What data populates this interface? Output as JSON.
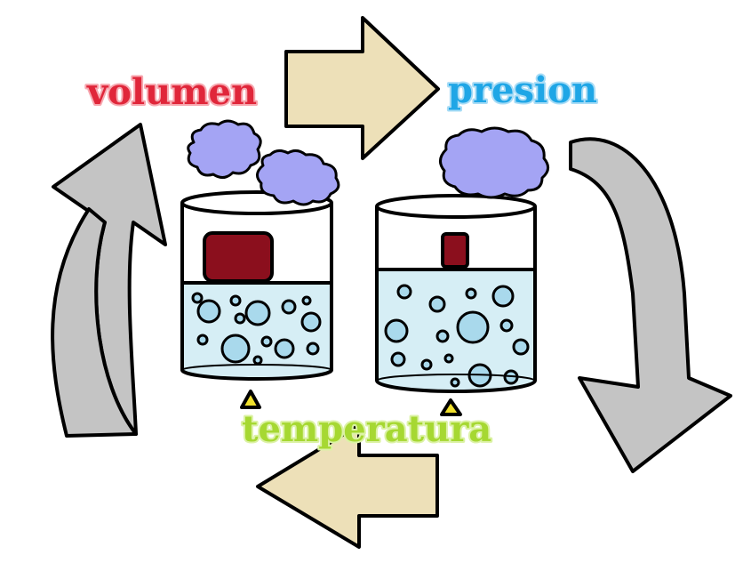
{
  "labels": {
    "volume": "volumen",
    "pressure": "presion",
    "temperature": "temperatura"
  },
  "colors": {
    "volume_text": "#e0263a",
    "pressure_text": "#1fa6e6",
    "temperature_text": "#a6d832",
    "beige_arrow": "#ede0b8",
    "gray_arrow": "#c4c4c4",
    "steam": "#a4a4f4",
    "weight": "#8b0f1d",
    "water": "#d6eef5",
    "bubble": "#a9d9ec",
    "flame": "#f0e02c"
  }
}
